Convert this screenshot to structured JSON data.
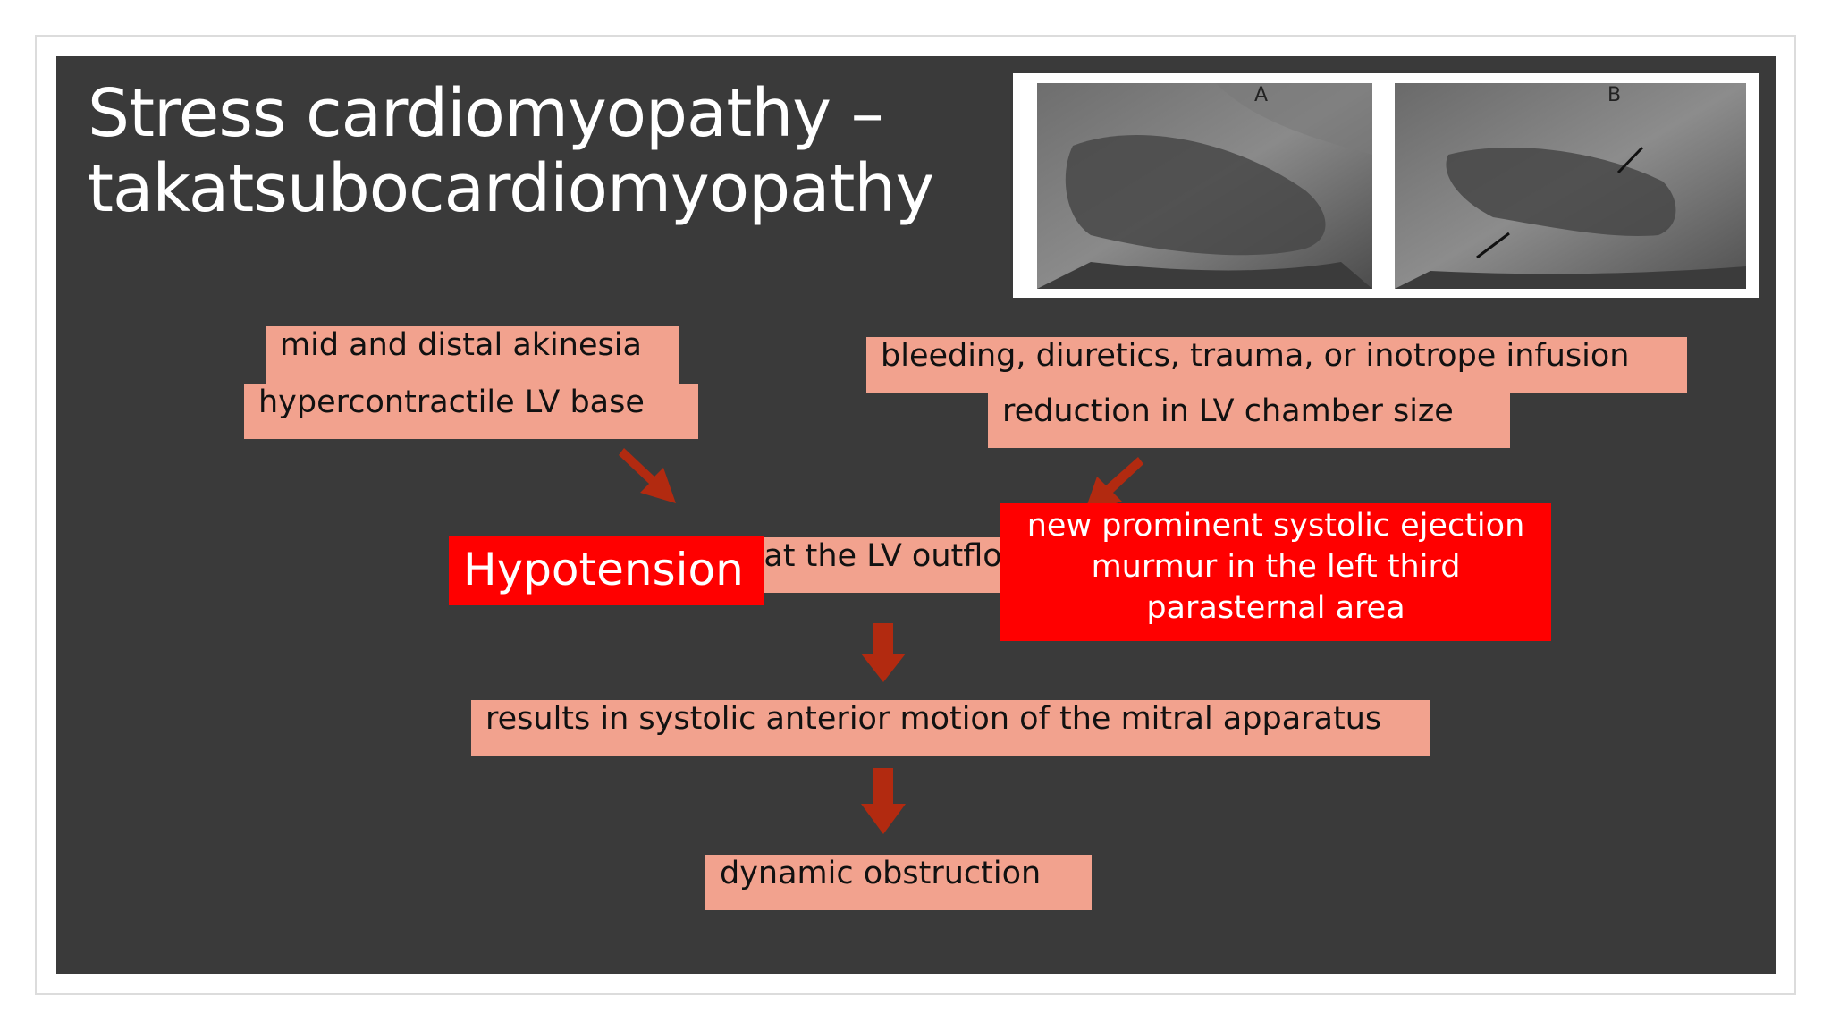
{
  "slide": {
    "title_line1": "Stress cardiomyopathy –",
    "title_line2": "takatsubocardiomyopathy"
  },
  "image": {
    "label_a": "A",
    "label_b": "B"
  },
  "boxes": {
    "akinesia": "mid and distal akinesia",
    "hypercontractile": "hypercontractile LV base",
    "bleeding": "bleeding, diuretics, trauma, or inotrope infusion",
    "reduction": "reduction in LV chamber size",
    "outflow_partial": "g at the LV outflo",
    "sam": "results in systolic anterior motion of the mitral apparatus",
    "obstruction": "dynamic obstruction"
  },
  "callouts": {
    "hypotension": "Hypotension",
    "murmur_line1": "new prominent systolic ejection",
    "murmur_line2": "murmur in the left third",
    "murmur_line3": "parasternal area"
  },
  "colors": {
    "slide_bg": "#3a3a3a",
    "box_fill": "#f2a28e",
    "callout_fill": "#ff0000",
    "arrow_fill": "#b22a10"
  }
}
